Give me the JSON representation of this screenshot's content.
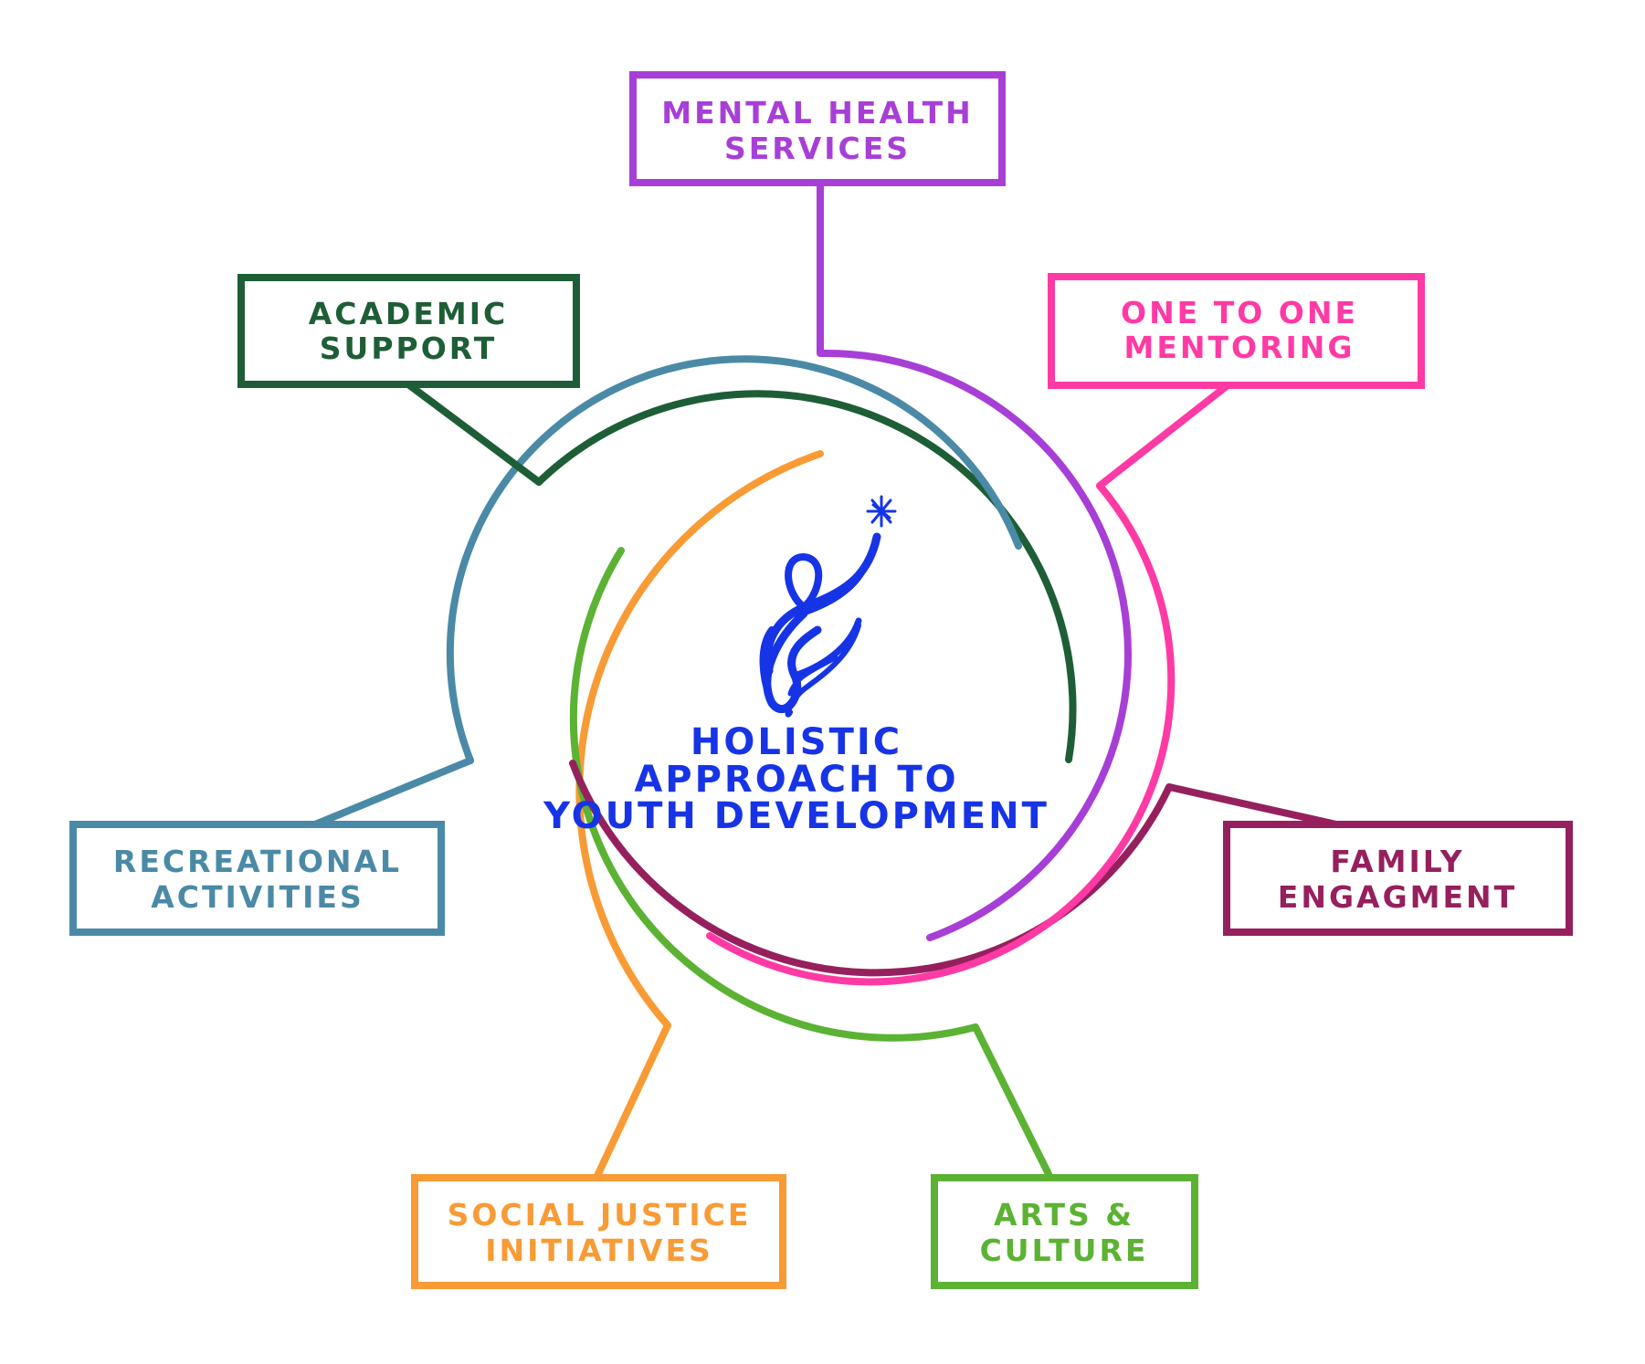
{
  "center": {
    "title_lines": [
      "HOLISTIC",
      "APPROACH TO",
      "YOUTH DEVELOPMENT"
    ],
    "logo_icon": "ribbon-figure-reaching-star-icon",
    "color": "#1634e6"
  },
  "nodes": [
    {
      "id": "mental-health",
      "lines": [
        "MENTAL HEALTH",
        "SERVICES"
      ],
      "color": "#a73fd6"
    },
    {
      "id": "mentoring",
      "lines": [
        "ONE TO ONE",
        "MENTORING"
      ],
      "color": "#ff3aa4"
    },
    {
      "id": "academic",
      "lines": [
        "ACADEMIC",
        "SUPPORT"
      ],
      "color": "#1e5e36"
    },
    {
      "id": "recreational",
      "lines": [
        "RECREATIONAL",
        "ACTIVITIES"
      ],
      "color": "#4a8aa6"
    },
    {
      "id": "family",
      "lines": [
        "FAMILY",
        "ENGAGMENT"
      ],
      "color": "#95205d"
    },
    {
      "id": "social-justice",
      "lines": [
        "SOCIAL JUSTICE",
        "INITIATIVES"
      ],
      "color": "#f89b35"
    },
    {
      "id": "arts",
      "lines": [
        "ARTS &",
        "CULTURE"
      ],
      "color": "#5bb233"
    }
  ]
}
